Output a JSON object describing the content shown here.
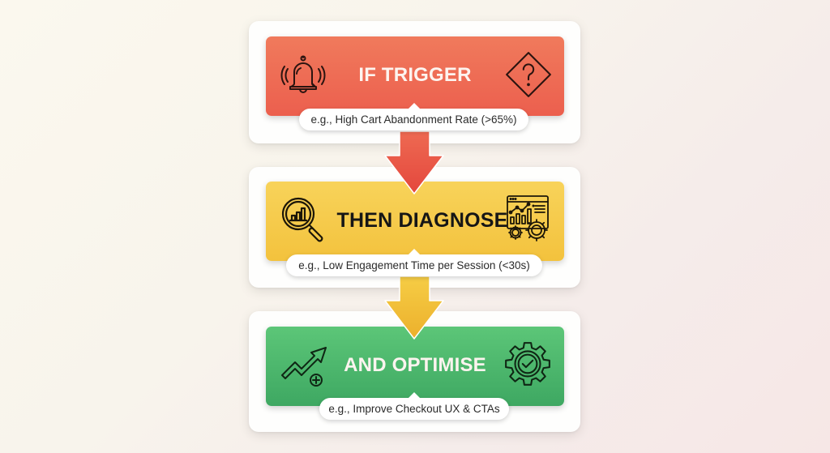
{
  "flow": {
    "steps": [
      {
        "title": "IF TRIGGER",
        "example": "e.g., High Cart Abandonment Rate (>65%)",
        "left_icon": "bell-alert-icon",
        "right_icon": "warning-diamond-question-icon",
        "color": "#ec6a53"
      },
      {
        "title": "THEN DIAGNOSE",
        "example": "e.g., Low Engagement Time per Session (<30s)",
        "left_icon": "magnifier-bar-chart-icon",
        "right_icon": "dashboard-gears-icon",
        "color": "#f5c944"
      },
      {
        "title": "AND OPTIMISE",
        "example": "e.g., Improve Checkout UX & CTAs",
        "left_icon": "trend-up-plus-icon",
        "right_icon": "gear-check-icon",
        "color": "#4cb66c"
      }
    ],
    "arrows": [
      {
        "from": "IF TRIGGER",
        "to": "THEN DIAGNOSE",
        "color": "#ea5a47"
      },
      {
        "from": "THEN DIAGNOSE",
        "to": "AND OPTIMISE",
        "color": "#f0bd35"
      }
    ]
  }
}
